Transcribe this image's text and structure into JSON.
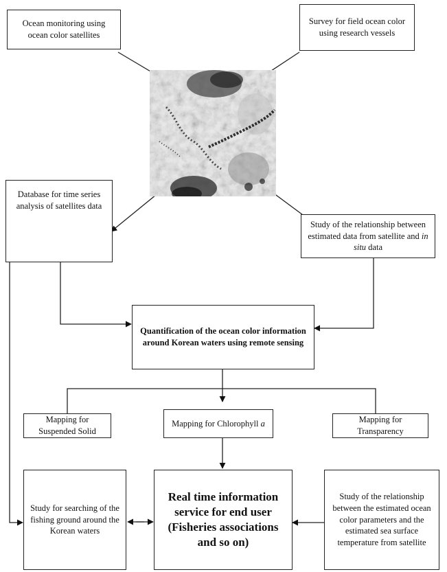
{
  "nodes": {
    "ocean_monitoring": "Ocean monitoring using ocean color satellites",
    "field_survey": "Survey for field ocean color using research vessels",
    "database": "Database for time series analysis of satellites data",
    "relationship_study_pre": "Study of the relationship between estimated data from satellite and ",
    "relationship_study_em": "in situ",
    "relationship_study_post": " data",
    "quantification": "Quantification of the ocean color information around Korean waters using remote sensing",
    "mapping_ss": "Mapping for Suspended Solid",
    "mapping_chl_pre": "Mapping for Chlorophyll ",
    "mapping_chl_em": "a",
    "mapping_transparency": "Mapping for Transparency",
    "fishing_study": "Study for searching of the fishing ground around the Korean waters",
    "realtime_service": "Real time information service for end user (Fisheries associations and so on)",
    "sst_study": "Study of the relationship between the estimated ocean color parameters and the estimated sea surface temperature from satellite"
  },
  "image": {
    "icon": "satellite-ocean-color-map-image"
  }
}
